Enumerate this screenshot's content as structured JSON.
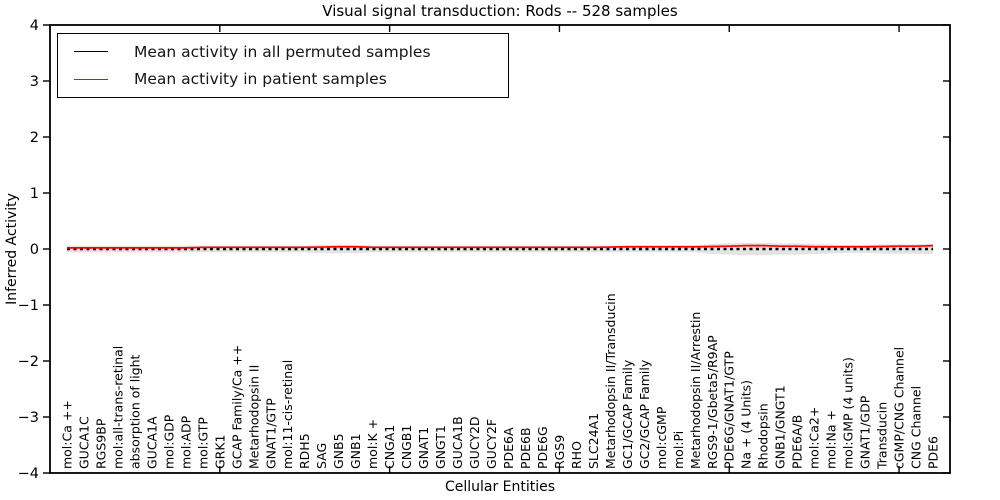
{
  "title": "Visual signal transduction: Rods -- 528 samples",
  "legend": {
    "entries": [
      {
        "label": "Mean activity in all permuted samples",
        "color": "#000000"
      },
      {
        "label": "Mean activity in patient samples",
        "color": "#ff0000"
      }
    ]
  },
  "colors": {
    "axis": "#000000",
    "band": "#d9d9d9",
    "background": "#ffffff",
    "permuted_line": "#000000",
    "patient_line": "#ff0000"
  },
  "chart_data": {
    "type": "line",
    "title": "Visual signal transduction: Rods -- 528 samples",
    "xlabel": "Cellular Entities",
    "ylabel": "Inferred Activity",
    "ylim": [
      -4,
      4
    ],
    "yticks": [
      4,
      3,
      2,
      1,
      0,
      -1,
      -2,
      -3,
      -4
    ],
    "x_major_tick_units": [
      10,
      20,
      30,
      40,
      50
    ],
    "grid": false,
    "legend_position": "upper left",
    "categories": [
      "mol:Ca ++",
      "GUCA1C",
      "RGS9BP",
      "mol:all-trans-retinal",
      "absorption of light",
      "GUCA1A",
      "mol:GDP",
      "mol:ADP",
      "mol:GTP",
      "GRK1",
      "GCAP Family/Ca ++",
      "Metarhodopsin II",
      "GNAT1/GTP",
      "mol:11-cis-retinal",
      "RDH5",
      "SAG",
      "GNB5",
      "GNB1",
      "mol:K +",
      "CNGA1",
      "CNGB1",
      "GNAT1",
      "GNGT1",
      "GUCA1B",
      "GUCY2D",
      "GUCY2F",
      "PDE6A",
      "PDE6B",
      "PDE6G",
      "RGS9",
      "RHO",
      "SLC24A1",
      "Metarhodopsin II/Transducin",
      "GC1/GCAP Family",
      "GC2/GCAP Family",
      "mol:cGMP",
      "mol:Pi",
      "Metarhodopsin II/Arrestin",
      "RGS9-1/Gbeta5/R9AP",
      "PDE6G/GNAT1/GTP",
      "Na + (4 Units)",
      "Rhodopsin",
      "GNB1/GNGT1",
      "PDE6A/B",
      "mol:Ca2+",
      "mol:Na +",
      "mol:GMP (4 units)",
      "GNAT1/GDP",
      "Transducin",
      "cGMP/CNG Channel",
      "CNG Channel",
      "PDE6"
    ],
    "series": [
      {
        "name": "Mean activity in all permuted samples",
        "color": "#000000",
        "style": "dashed",
        "values": [
          0,
          0,
          0,
          0,
          0,
          0,
          0,
          0,
          0,
          0,
          0,
          0,
          0,
          0,
          0,
          0,
          0,
          0,
          0,
          0,
          0,
          0,
          0,
          0,
          0,
          0,
          0,
          0,
          0,
          0,
          0,
          0,
          0,
          0,
          0,
          0,
          0,
          0,
          0,
          0,
          0,
          0,
          0,
          0,
          0,
          0,
          0,
          0,
          0,
          0,
          0,
          0
        ]
      },
      {
        "name": "Mean activity in patient samples",
        "color": "#ff0000",
        "style": "solid",
        "values": [
          0.02,
          0.02,
          0.02,
          0.02,
          0.02,
          0.02,
          0.02,
          0.02,
          0.03,
          0.03,
          0.03,
          0.03,
          0.03,
          0.03,
          0.03,
          0.035,
          0.04,
          0.04,
          0.03,
          0.03,
          0.03,
          0.03,
          0.03,
          0.03,
          0.03,
          0.03,
          0.03,
          0.03,
          0.03,
          0.03,
          0.03,
          0.03,
          0.035,
          0.04,
          0.04,
          0.04,
          0.04,
          0.04,
          0.045,
          0.05,
          0.06,
          0.06,
          0.05,
          0.05,
          0.04,
          0.04,
          0.04,
          0.04,
          0.045,
          0.05,
          0.05,
          0.06
        ]
      }
    ],
    "permuted_band_halfwidth": [
      0.06,
      0.06,
      0.06,
      0.06,
      0.06,
      0.06,
      0.06,
      0.06,
      0.06,
      0.06,
      0.06,
      0.06,
      0.06,
      0.06,
      0.06,
      0.075,
      0.075,
      0.075,
      0.06,
      0.06,
      0.06,
      0.06,
      0.06,
      0.06,
      0.06,
      0.06,
      0.06,
      0.06,
      0.06,
      0.06,
      0.06,
      0.06,
      0.06,
      0.06,
      0.06,
      0.06,
      0.06,
      0.06,
      0.09,
      0.1,
      0.11,
      0.11,
      0.1,
      0.1,
      0.09,
      0.08,
      0.07,
      0.07,
      0.08,
      0.085,
      0.085,
      0.09
    ]
  }
}
